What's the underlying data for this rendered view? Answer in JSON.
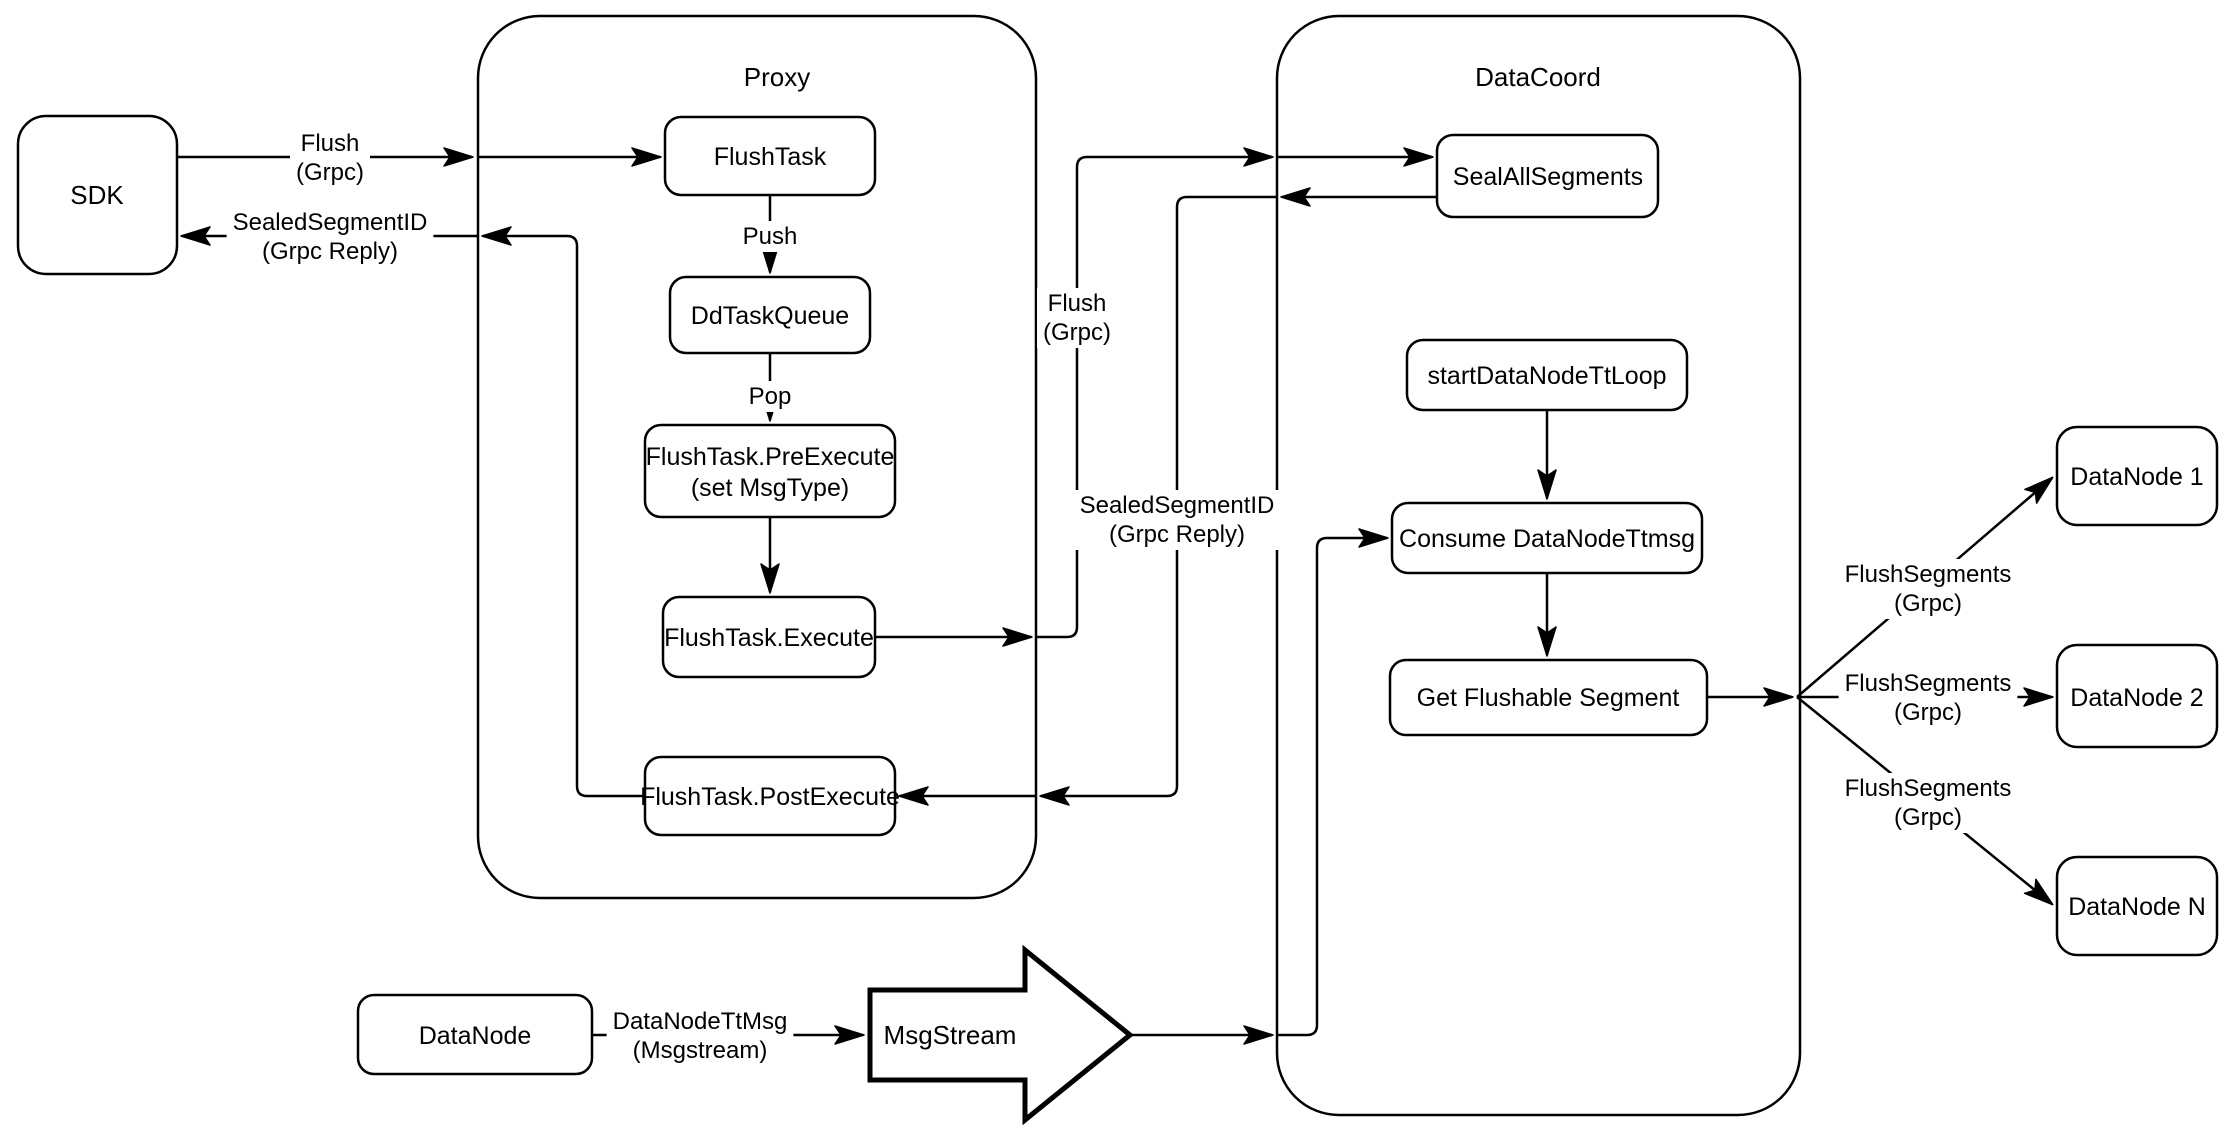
{
  "diagram": {
    "type": "flowchart",
    "colors": {
      "background": "#ffffff",
      "stroke": "#000000",
      "node_fill": "#ffffff",
      "text": "#000000"
    },
    "containers": {
      "proxy": {
        "label": "Proxy"
      },
      "datacoord": {
        "label": "DataCoord"
      }
    },
    "nodes": {
      "sdk": {
        "label": "SDK"
      },
      "flush_task": {
        "label": "FlushTask"
      },
      "dd_task_queue": {
        "label": "DdTaskQueue"
      },
      "flush_task_pre_execute": {
        "label_line1": "FlushTask.PreExecute",
        "label_line2": "(set MsgType)"
      },
      "flush_task_execute": {
        "label": "FlushTask.Execute"
      },
      "flush_task_post_execute": {
        "label": "FlushTask.PostExecute"
      },
      "seal_all_segments": {
        "label": "SealAllSegments"
      },
      "start_data_node_tt_loop": {
        "label": "startDataNodeTtLoop"
      },
      "consume_data_node_ttmsg": {
        "label": "Consume DataNodeTtmsg"
      },
      "get_flushable_segment": {
        "label": "Get Flushable Segment"
      },
      "data_node_1": {
        "label": "DataNode 1"
      },
      "data_node_2": {
        "label": "DataNode 2"
      },
      "data_node_n": {
        "label": "DataNode N"
      },
      "data_node": {
        "label": "DataNode"
      },
      "msg_stream": {
        "label": "MsgStream"
      }
    },
    "edge_labels": {
      "flush_grpc_sdk": {
        "line1": "Flush",
        "line2": "(Grpc)"
      },
      "push": {
        "label": "Push"
      },
      "pop": {
        "label": "Pop"
      },
      "flush_grpc_mid": {
        "line1": "Flush",
        "line2": "(Grpc)"
      },
      "sealed_segment_id_mid": {
        "line1": "SealedSegmentID",
        "line2": "(Grpc Reply)"
      },
      "sealed_segment_id_sdk": {
        "line1": "SealedSegmentID",
        "line2": "(Grpc Reply)"
      },
      "flush_segments_1": {
        "line1": "FlushSegments",
        "line2": "(Grpc)"
      },
      "flush_segments_2": {
        "line1": "FlushSegments",
        "line2": "(Grpc)"
      },
      "flush_segments_n": {
        "line1": "FlushSegments",
        "line2": "(Grpc)"
      },
      "data_node_tt_msg": {
        "line1": "DataNodeTtMsg",
        "line2": "(Msgstream)"
      }
    }
  }
}
